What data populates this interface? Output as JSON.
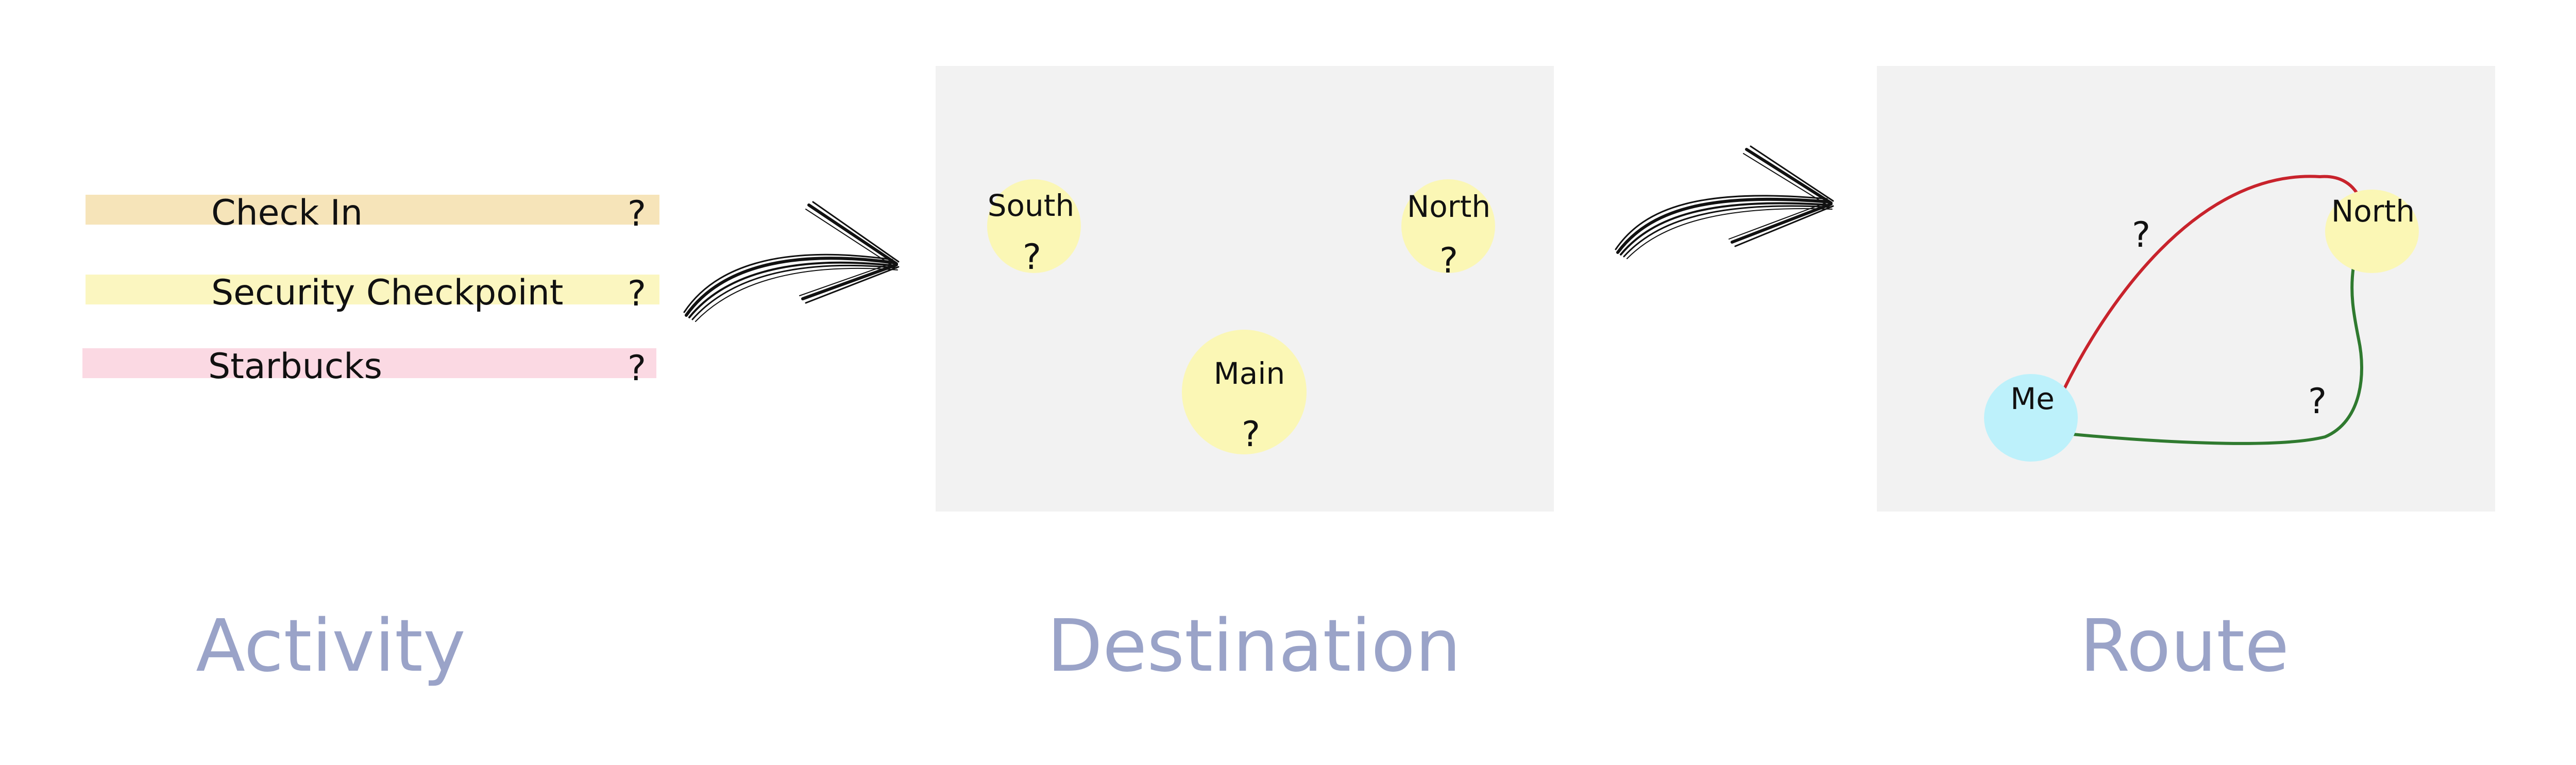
{
  "colors": {
    "checkin_bar": "#f6e4b9",
    "security_bar": "#fbf6c0",
    "starbucks_bar": "#fbd9e3",
    "panel_bg": "#f2f2f2",
    "node_yellow": "#fbf7b5",
    "node_me": "#bdf1fb",
    "route_red": "#c8232c",
    "route_green": "#2f7a2f",
    "caption": "#9aa3c8"
  },
  "activity": {
    "items": [
      {
        "label": "Check In",
        "value": "?"
      },
      {
        "label": "Security Checkpoint",
        "value": "?"
      },
      {
        "label": "Starbucks",
        "value": "?"
      }
    ],
    "caption": "Activity"
  },
  "destination": {
    "nodes": [
      {
        "label": "South",
        "value": "?"
      },
      {
        "label": "North",
        "value": "?"
      },
      {
        "label": "Main",
        "value": "?"
      }
    ],
    "caption": "Destination"
  },
  "route": {
    "nodes": [
      {
        "label": "Me"
      },
      {
        "label": "North"
      }
    ],
    "edges": [
      {
        "color": "route_red",
        "value": "?"
      },
      {
        "color": "route_green",
        "value": "?"
      }
    ],
    "caption": "Route"
  },
  "arrows": [
    {
      "icon": "hand-drawn-arrow-icon"
    },
    {
      "icon": "hand-drawn-arrow-icon"
    }
  ]
}
